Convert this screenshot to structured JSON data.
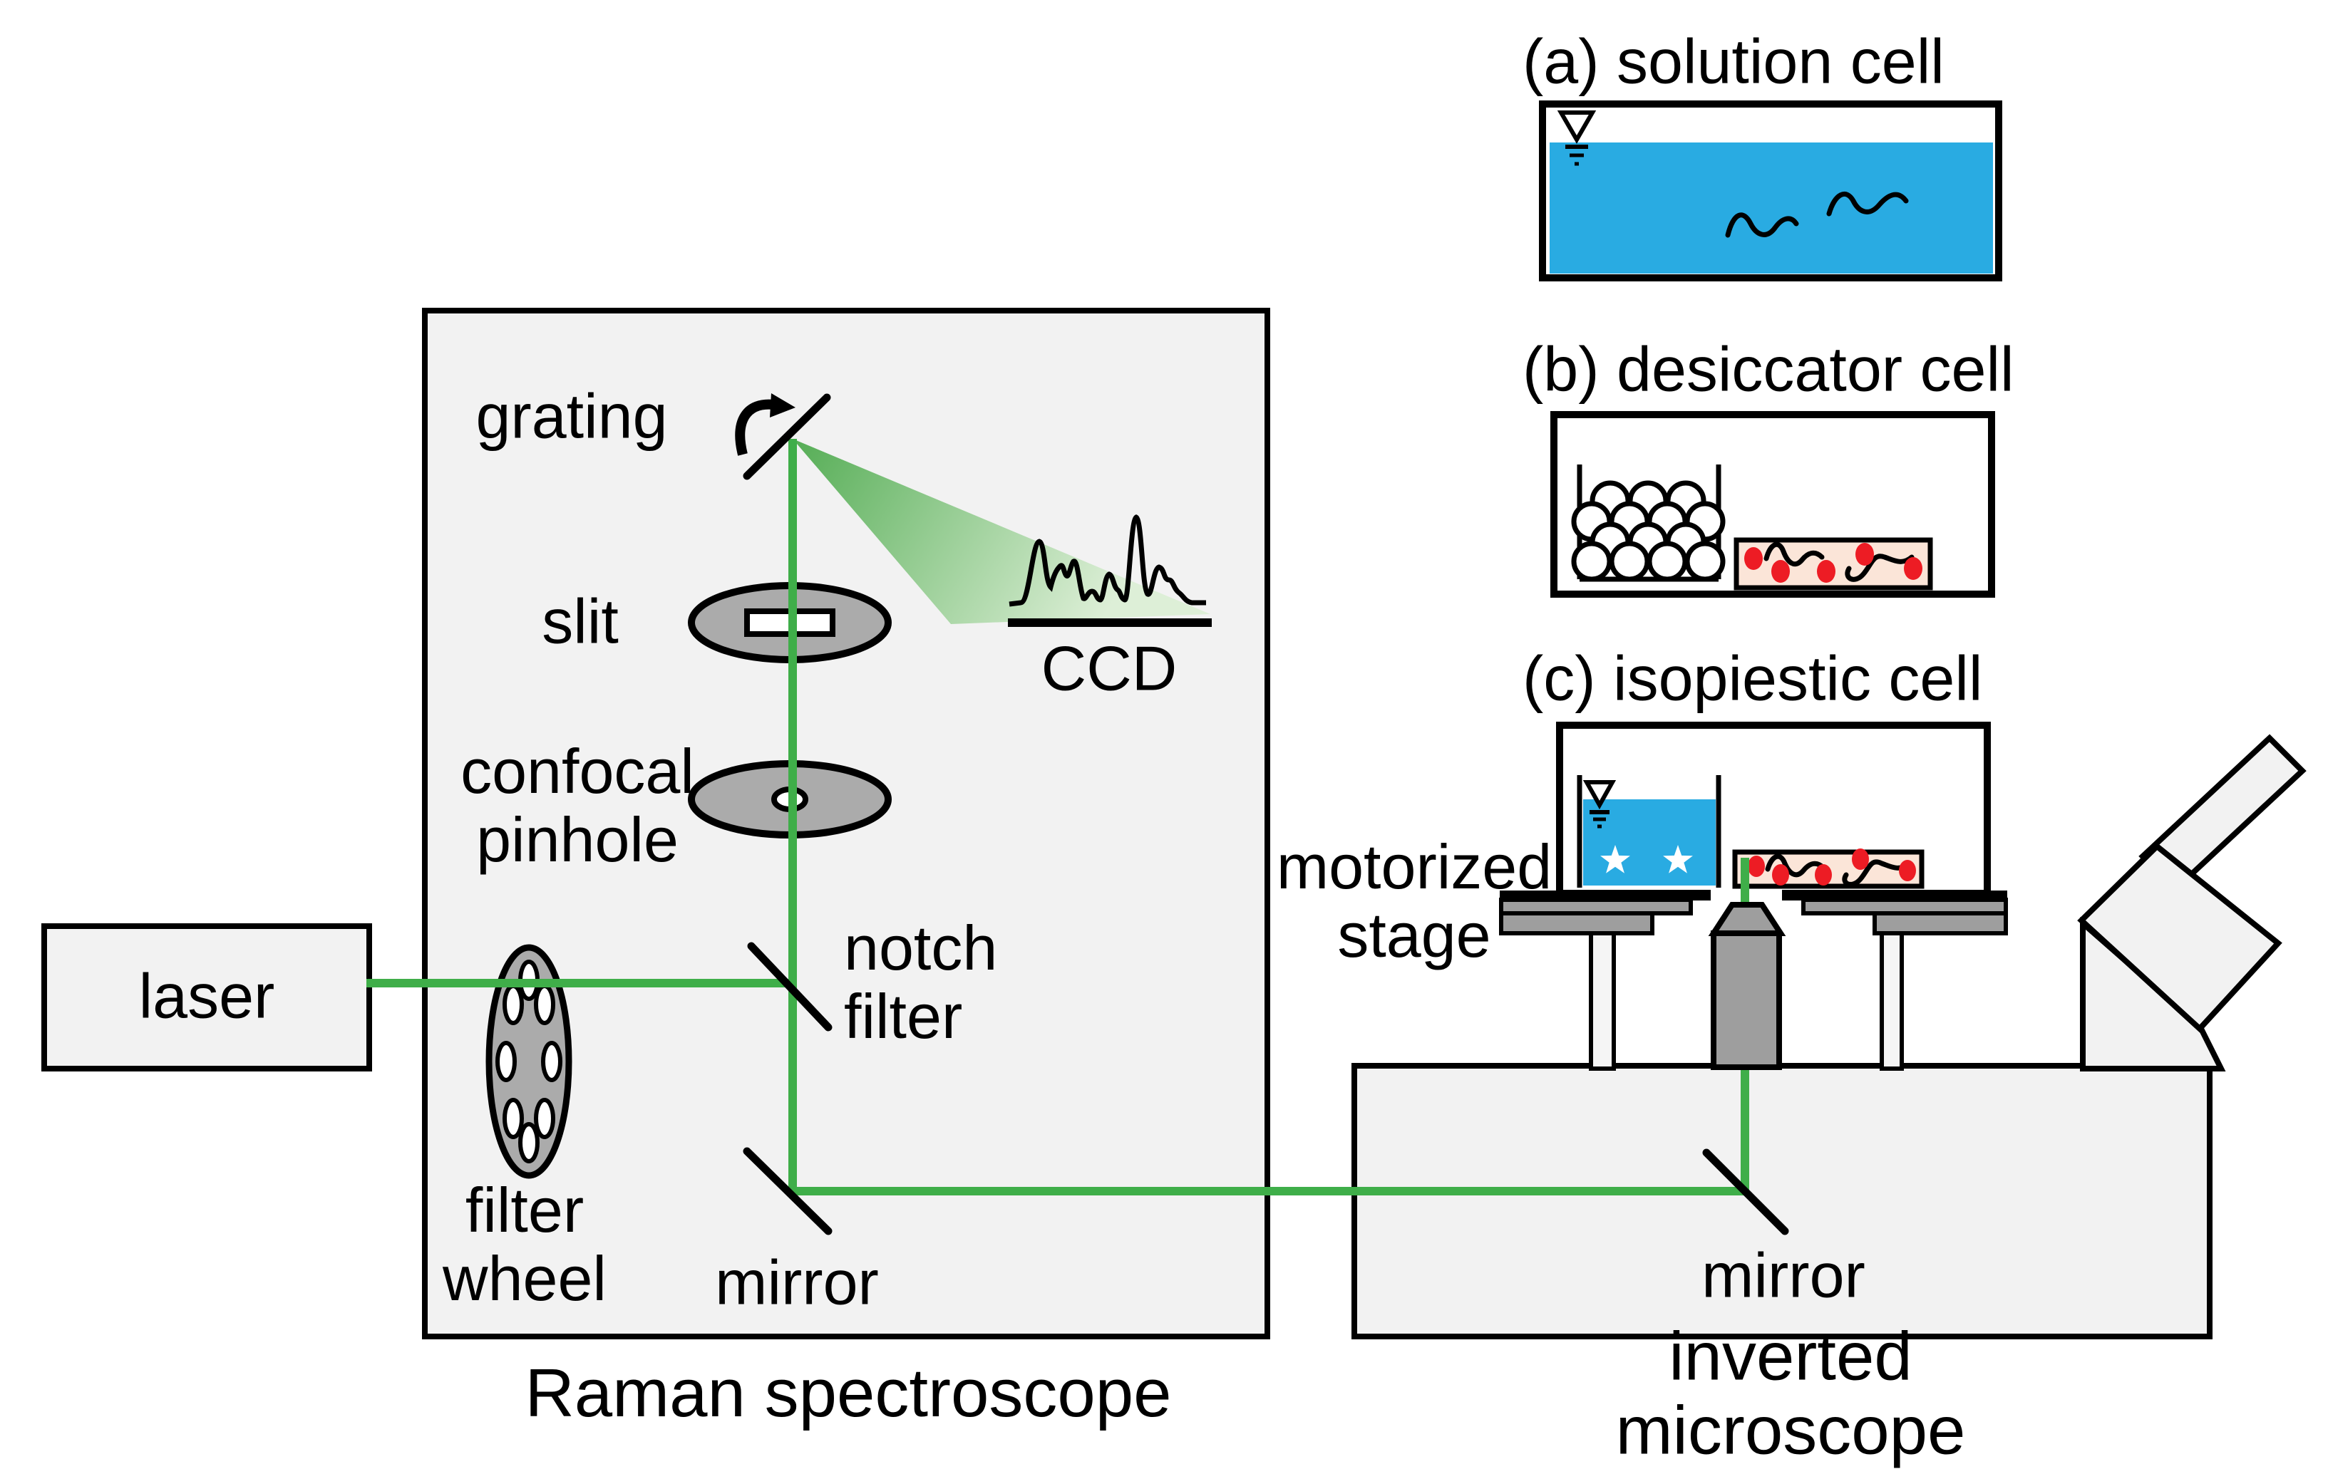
{
  "diagram": {
    "raman": {
      "title": "Raman spectroscope",
      "laser_label": "laser",
      "filter_wheel_label": "filter\nwheel",
      "grating_label": "grating",
      "slit_label": "slit",
      "confocal_pinhole_label": "confocal\npinhole",
      "notch_filter_label": "notch\nfilter",
      "mirror_label": "mirror",
      "ccd_label": "CCD"
    },
    "microscope": {
      "title": "inverted microscope",
      "motorized_stage_label": "motorized\nstage",
      "mirror_label": "mirror"
    },
    "cells": {
      "a_title": "(a) solution cell",
      "b_title": "(b) desiccator cell",
      "c_title": "(c) isopiestic cell"
    },
    "colors": {
      "beam_green": "#3fae49",
      "fan_green_start": "#55ad55",
      "fan_green_end": "#ddefd7",
      "solution_blue": "#29abe2",
      "sample_pink": "#fbe5d8",
      "particle_red": "#ed1c24",
      "panel_gray": "#f2f2f2",
      "component_gray": "#ababab",
      "stage_gray": "#9e9e9e"
    }
  }
}
